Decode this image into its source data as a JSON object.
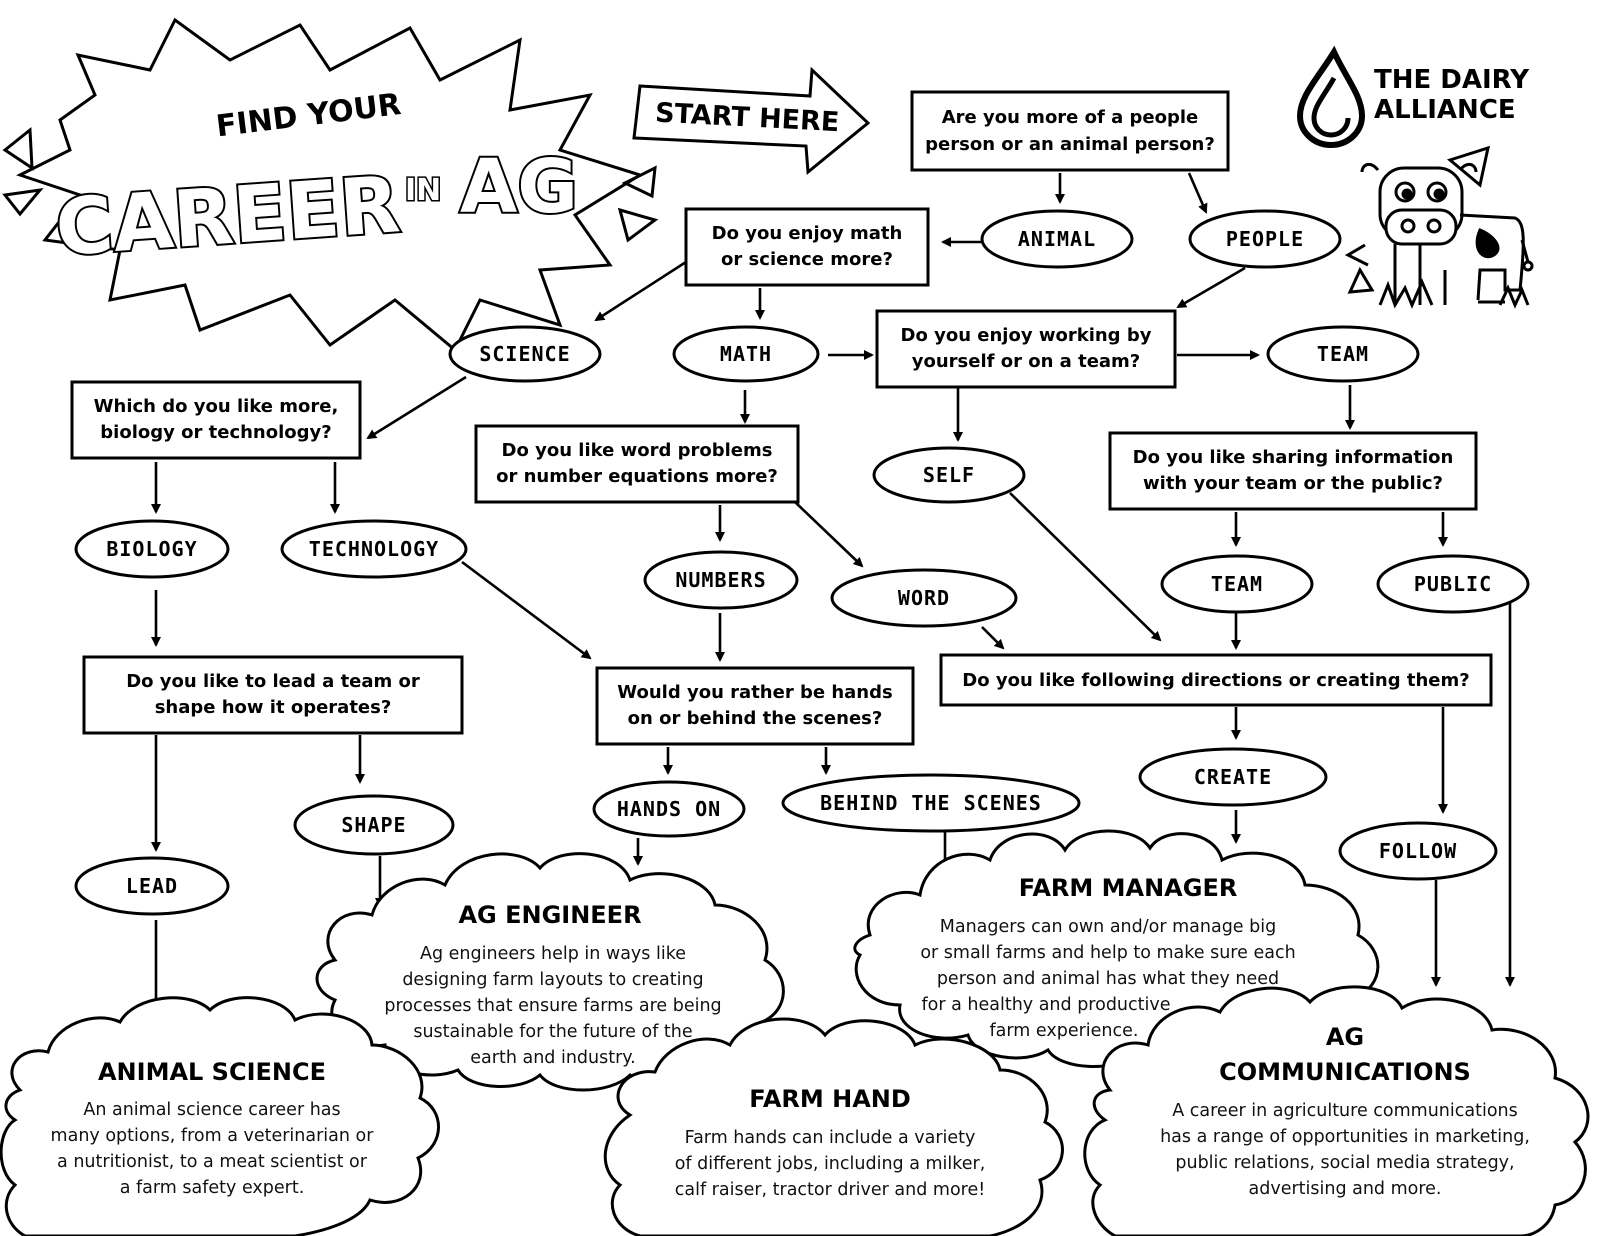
{
  "header": {
    "find_your": "FIND YOUR",
    "career": "CAREER",
    "in": "IN",
    "ag": "AG",
    "start_here": "START HERE"
  },
  "brand": {
    "line1": "THE DAIRY",
    "line2": "ALLIANCE",
    "icon": "dairy-drop-logo",
    "illustration": "cow-illustration"
  },
  "questions": {
    "people_or_animal": [
      "Are you more of a people",
      "person or an animal person?"
    ],
    "math_or_science": [
      "Do you enjoy math",
      "or science more?"
    ],
    "self_or_team": [
      "Do you enjoy working by",
      "yourself or on a team?"
    ],
    "bio_or_tech": [
      "Which do you like more,",
      "biology or technology?"
    ],
    "word_or_numbers": [
      "Do you like word problems",
      "or number equations more?"
    ],
    "share_team_public": [
      "Do you like sharing information",
      "with your team or the public?"
    ],
    "lead_or_shape": [
      "Do you like to lead a team or",
      "shape how it operates?"
    ],
    "hands_or_behind": [
      "Would you rather be hands",
      "on or behind the scenes?"
    ],
    "follow_or_create": [
      "Do you like following directions or creating them?"
    ]
  },
  "answers": {
    "animal": "ANIMAL",
    "people": "PEOPLE",
    "science": "SCIENCE",
    "math": "MATH",
    "team_1": "TEAM",
    "self": "SELF",
    "biology": "BIOLOGY",
    "technology": "TECHNOLOGY",
    "numbers": "NUMBERS",
    "word": "WORD",
    "team_2": "TEAM",
    "public": "PUBLIC",
    "shape": "SHAPE",
    "lead": "LEAD",
    "hands_on": "HANDS ON",
    "behind_the_scenes": "BEHIND THE SCENES",
    "create": "CREATE",
    "follow": "FOLLOW"
  },
  "careers": {
    "ag_engineer": {
      "title": "AG ENGINEER",
      "lines": [
        "Ag engineers help in ways like",
        "designing farm layouts to creating",
        "processes that ensure farms are being",
        "sustainable for the future of the",
        "earth and industry."
      ]
    },
    "farm_manager": {
      "title": "FARM MANAGER",
      "lines": [
        "Managers can own and/or manage big",
        "or small farms and help to make sure each",
        "person and animal has what they need",
        "for a healthy and productive",
        "farm experience."
      ]
    },
    "animal_science": {
      "title": "ANIMAL SCIENCE",
      "lines": [
        "An animal science career has",
        "many options, from a veterinarian or",
        "a nutritionist, to a meat scientist or",
        "a farm safety expert."
      ]
    },
    "farm_hand": {
      "title": "FARM HAND",
      "lines": [
        "Farm hands can include a variety",
        "of different jobs, including a milker,",
        "calf raiser, tractor driver and more!"
      ]
    },
    "ag_communications": {
      "title_line1": "AG",
      "title_line2": "COMMUNICATIONS",
      "lines": [
        "A career in agriculture communications",
        "has a range of opportunities in marketing,",
        "public relations, social media strategy,",
        "advertising and more."
      ]
    }
  }
}
